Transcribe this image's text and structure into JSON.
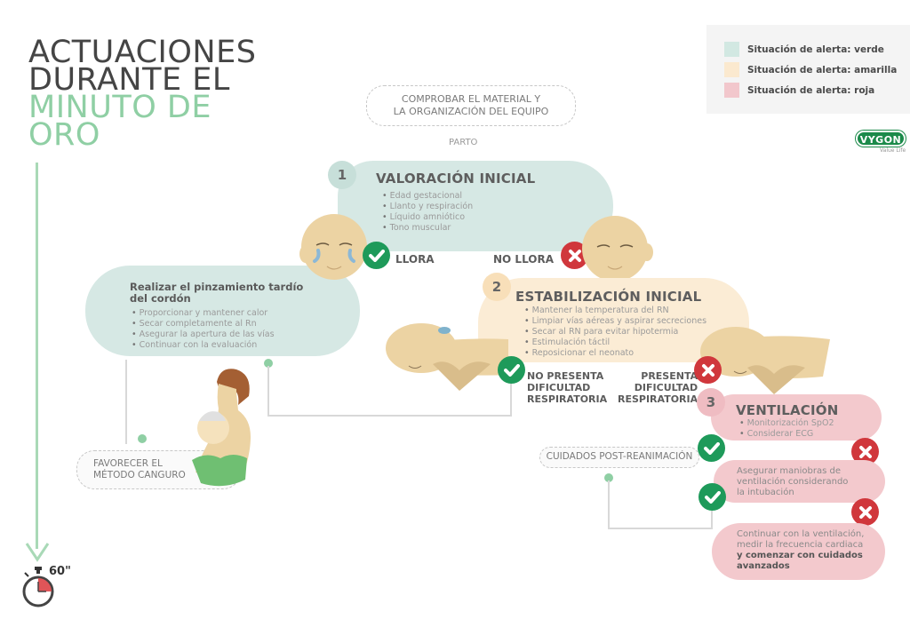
{
  "title": {
    "line1": "ACTUACIONES",
    "line2": "DURANTE EL",
    "line3": "MINUTO DE",
    "line4": "ORO"
  },
  "legend": {
    "items": [
      {
        "label": "Situación de alerta: verde",
        "color": "#d2e8e2"
      },
      {
        "label": "Situación de alerta: amarilla",
        "color": "#fbe9cf"
      },
      {
        "label": "Situación de alerta: roja",
        "color": "#f2c7cc"
      }
    ]
  },
  "logo": {
    "text": "VYGON",
    "subtitle": "Value Life"
  },
  "check_material": {
    "line1": "COMPROBAR EL MATERIAL Y",
    "line2": "LA ORGANIZACIÓN DEL EQUIPO"
  },
  "parto": "PARTO",
  "step1": {
    "number": "1",
    "title": "VALORACIÓN INICIAL",
    "bullets": [
      "Edad gestacional",
      "Llanto y respiración",
      "Líquido amniótico",
      "Tono muscular"
    ]
  },
  "branch1": {
    "yes_label": "LLORA",
    "no_label": "NO LLORA"
  },
  "left_box": {
    "title_line1": "Realizar el pinzamiento tardío",
    "title_line2": "del cordón",
    "bullets": [
      "Proporcionar y mantener calor",
      "Secar completamente al Rn",
      "Asegurar la apertura de las vías",
      "Continuar con la evaluación"
    ]
  },
  "step2": {
    "number": "2",
    "title": "ESTABILIZACIÓN INICIAL",
    "bullets": [
      "Mantener la temperatura del RN",
      "Limpiar vías aéreas y aspirar secreciones",
      "Secar al RN para evitar hipotermia",
      "Estimulación táctil",
      "Reposicionar el neonato"
    ]
  },
  "branch2": {
    "no_label": [
      "NO PRESENTA",
      "DIFICULTAD",
      "RESPIRATORIA"
    ],
    "yes_label": [
      "PRESENTA",
      "DIFICULTAD",
      "RESPIRATORIA"
    ]
  },
  "step3": {
    "number": "3",
    "title": "VENTILACIÓN",
    "bullets": [
      "Monitorización SpO2",
      "Considerar ECG"
    ]
  },
  "step4": {
    "lines": [
      "Asegurar maniobras de",
      "ventilación considerando",
      "la intubación"
    ]
  },
  "step5": {
    "lines": [
      "Continuar con la ventilación,",
      "medir la frecuencia cardiaca"
    ],
    "bold_lines": [
      "y comenzar con cuidados",
      "avanzados"
    ]
  },
  "kangaroo": {
    "line1": "FAVORECER EL",
    "line2": "MÉTODO CANGURO"
  },
  "post_care": "CUIDADOS POST-REANIMACIÓN",
  "timer": {
    "label": "60\""
  },
  "colors": {
    "green": "#d6e8e4",
    "yellow": "#fbecd5",
    "red": "#f3c9cd",
    "check": "#1e9a5a",
    "cross": "#d0373c",
    "accent_green": "#8fcfa4",
    "skin": "#ecd3a3"
  }
}
